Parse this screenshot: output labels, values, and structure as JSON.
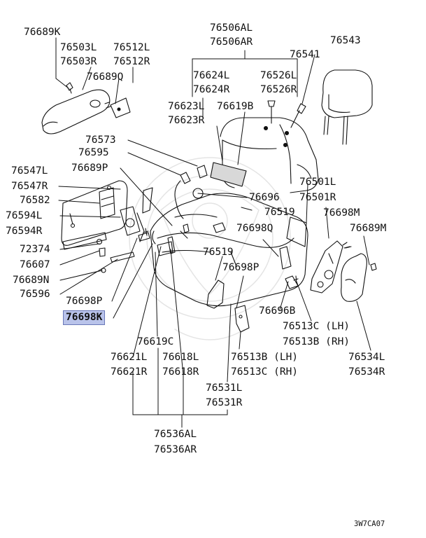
{
  "diagram": {
    "highlight_color": "#b9c3ea",
    "line_color": "#111111",
    "image_code": "3W7CA07",
    "labels": [
      {
        "id": "l_76689K_a",
        "text": "76689K"
      },
      {
        "id": "l_76503L",
        "text": "76503L"
      },
      {
        "id": "l_76503R",
        "text": "76503R"
      },
      {
        "id": "l_76512L",
        "text": "76512L"
      },
      {
        "id": "l_76512R",
        "text": "76512R"
      },
      {
        "id": "l_76689Q",
        "text": "76689Q"
      },
      {
        "id": "l_76506AL",
        "text": "76506AL"
      },
      {
        "id": "l_76506AR",
        "text": "76506AR"
      },
      {
        "id": "l_76624L",
        "text": "76624L"
      },
      {
        "id": "l_76624R",
        "text": "76624R"
      },
      {
        "id": "l_76526L",
        "text": "76526L"
      },
      {
        "id": "l_76526R",
        "text": "76526R"
      },
      {
        "id": "l_76541",
        "text": "76541"
      },
      {
        "id": "l_76543",
        "text": "76543"
      },
      {
        "id": "l_76623L",
        "text": "76623L"
      },
      {
        "id": "l_76623R",
        "text": "76623R"
      },
      {
        "id": "l_76619B",
        "text": "76619B"
      },
      {
        "id": "l_76573",
        "text": "76573"
      },
      {
        "id": "l_76595",
        "text": "76595"
      },
      {
        "id": "l_76689P",
        "text": "76689P"
      },
      {
        "id": "l_76547L",
        "text": "76547L"
      },
      {
        "id": "l_76547R",
        "text": "76547R"
      },
      {
        "id": "l_76582",
        "text": "76582"
      },
      {
        "id": "l_76594L",
        "text": "76594L"
      },
      {
        "id": "l_76594R",
        "text": "76594R"
      },
      {
        "id": "l_72374",
        "text": "72374"
      },
      {
        "id": "l_76607",
        "text": "76607"
      },
      {
        "id": "l_76689N",
        "text": "76689N"
      },
      {
        "id": "l_76596",
        "text": "76596"
      },
      {
        "id": "l_76698P_a",
        "text": "76698P"
      },
      {
        "id": "l_76698K_b",
        "text": "76698K"
      },
      {
        "id": "l_76501L",
        "text": "76501L"
      },
      {
        "id": "l_76501R",
        "text": "76501R"
      },
      {
        "id": "l_76696_a",
        "text": "76696"
      },
      {
        "id": "l_76519_a",
        "text": "76519"
      },
      {
        "id": "l_76698M",
        "text": "76698M"
      },
      {
        "id": "l_76689M",
        "text": "76689M"
      },
      {
        "id": "l_76698Q",
        "text": "76698Q"
      },
      {
        "id": "l_76519_b",
        "text": "76519"
      },
      {
        "id": "l_76698P_b",
        "text": "76698P"
      },
      {
        "id": "l_76696B",
        "text": "76696B"
      },
      {
        "id": "l_76513C_LH",
        "text": "76513C (LH)"
      },
      {
        "id": "l_76513B_RH",
        "text": "76513B (RH)"
      },
      {
        "id": "l_76619C",
        "text": "76619C"
      },
      {
        "id": "l_76621L",
        "text": "76621L"
      },
      {
        "id": "l_76621R",
        "text": "76621R"
      },
      {
        "id": "l_76618L",
        "text": "76618L"
      },
      {
        "id": "l_76618R",
        "text": "76618R"
      },
      {
        "id": "l_76513B_LH",
        "text": "76513B (LH)"
      },
      {
        "id": "l_76513C_RH",
        "text": "76513C (RH)"
      },
      {
        "id": "l_76531L",
        "text": "76531L"
      },
      {
        "id": "l_76531R",
        "text": "76531R"
      },
      {
        "id": "l_76534L",
        "text": "76534L"
      },
      {
        "id": "l_76534R",
        "text": "76534R"
      },
      {
        "id": "l_76536AL",
        "text": "76536AL"
      },
      {
        "id": "l_76536AR",
        "text": "76536AR"
      }
    ]
  }
}
